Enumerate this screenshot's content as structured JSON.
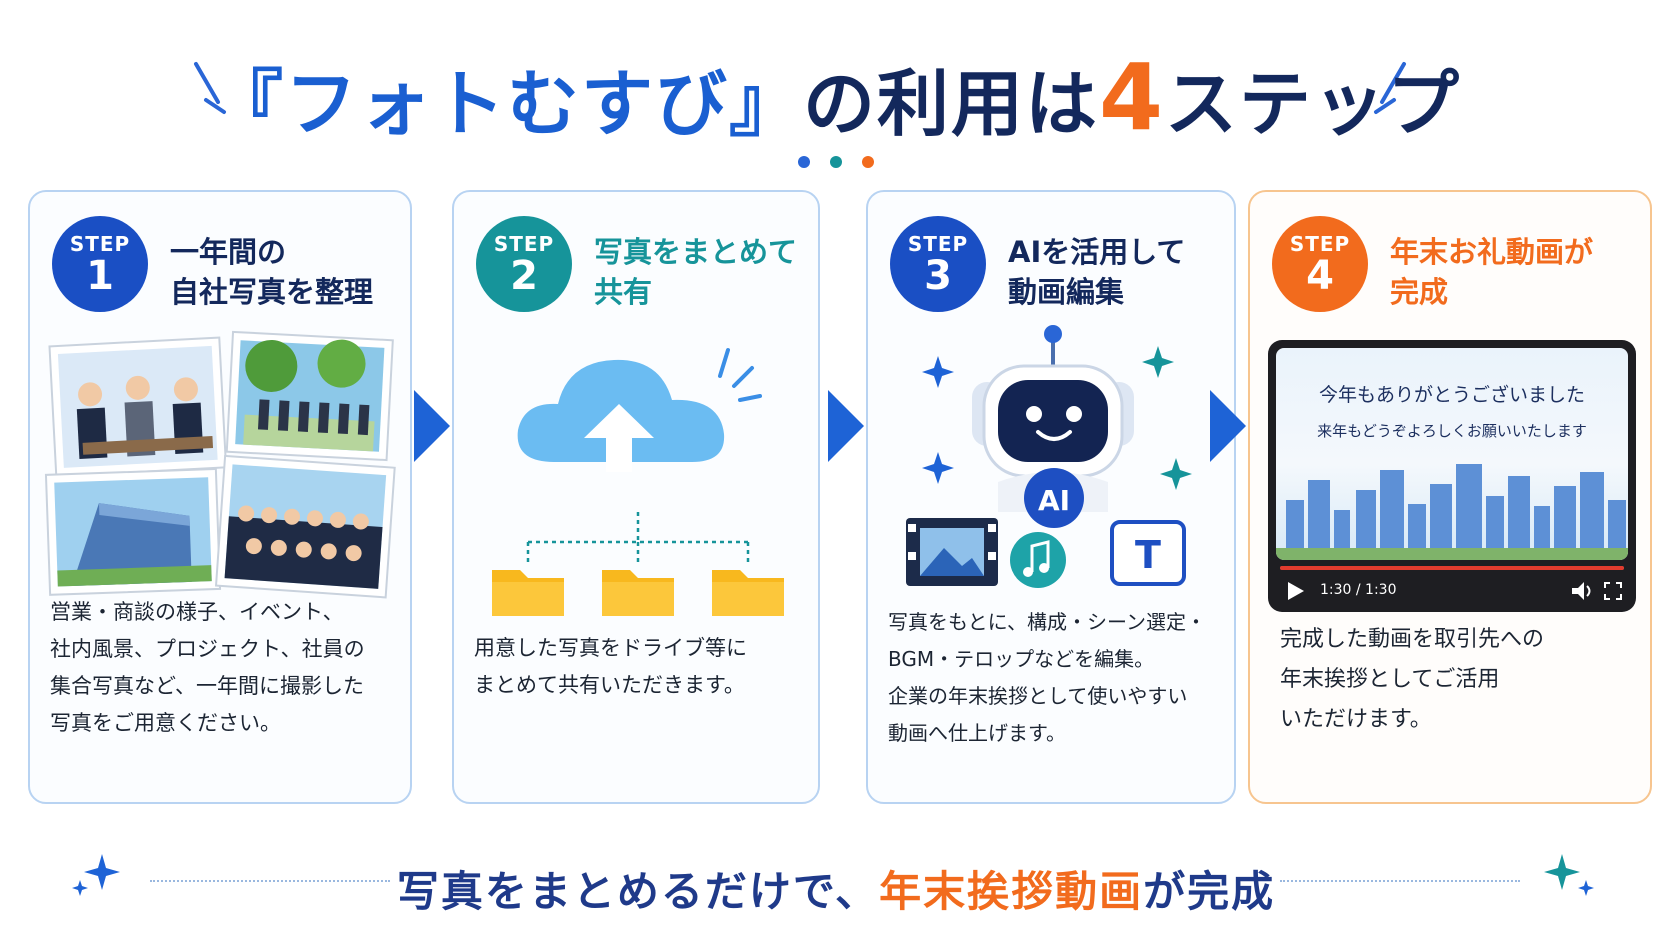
{
  "title": {
    "brand": "『フォトむすび』",
    "rest": "の利用は",
    "number": "4",
    "suffix": "ステップ"
  },
  "colors": {
    "blue": "#1a5fd1",
    "navy": "#13285c",
    "teal": "#16949a",
    "orange": "#f26b1d"
  },
  "steps": [
    {
      "badge_label": "STEP",
      "badge_num": "1",
      "title": "一年間の\n自社写真を整理",
      "desc": "営業・商談の様子、イベント、\n社内風景、プロジェクト、社員の\n集合写真など、一年間に撮影した\n写真をご用意ください。"
    },
    {
      "badge_label": "STEP",
      "badge_num": "2",
      "title": "写真をまとめて\n共有",
      "desc": "用意した写真をドライブ等に\nまとめて共有いただきます。"
    },
    {
      "badge_label": "STEP",
      "badge_num": "3",
      "title": "AIを活用して\n動画編集",
      "robot_label": "AI",
      "text_icon_label": "T",
      "desc": "写真をもとに、構成・シーン選定・\nBGM・テロップなどを編集。\n企業の年末挨拶として使いやすい\n動画へ仕上げます。"
    },
    {
      "badge_label": "STEP",
      "badge_num": "4",
      "title": "年末お礼動画が\n完成",
      "video": {
        "line1": "今年もありがとうございました",
        "line2": "来年もどうぞよろしくお願いいたします",
        "time": "1:30 / 1:30",
        "progress": 1.0
      },
      "desc": "完成した動画を取引先への\n年末挨拶としてご活用\nいただけます。"
    }
  ],
  "footer": {
    "part1": "写真をまとめるだけで、",
    "highlight": "年末挨拶動画",
    "part2": "が完成"
  }
}
